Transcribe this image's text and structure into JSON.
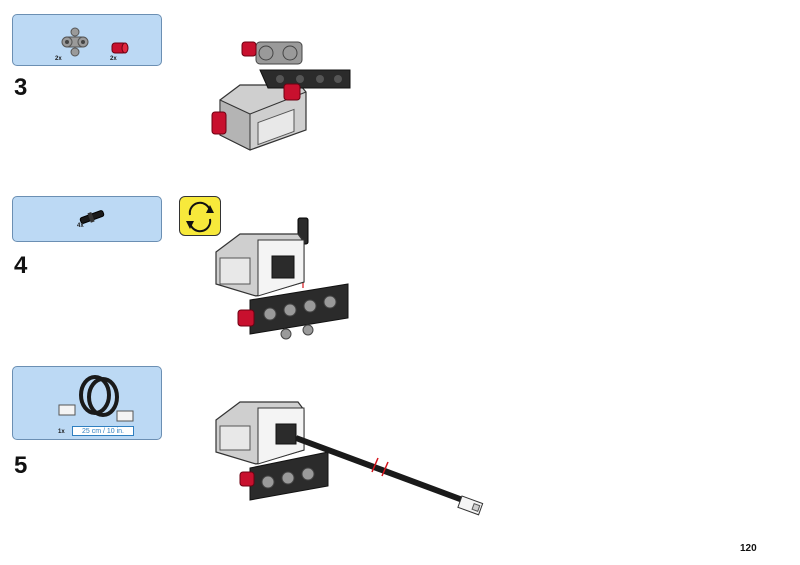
{
  "steps": [
    {
      "number": "3",
      "parts": [
        {
          "qty": "2x",
          "icon": "cross-connector-icon",
          "color": "#9a9a9a"
        },
        {
          "qty": "2x",
          "icon": "red-bush-icon",
          "color": "#c8102e"
        }
      ]
    },
    {
      "number": "4",
      "parts": [
        {
          "qty": "4x",
          "icon": "axle-pin-icon",
          "color": "#1a1a1a"
        }
      ],
      "rotate_hint": "rotate-model-icon"
    },
    {
      "number": "5",
      "parts": [
        {
          "qty": "1x",
          "icon": "cable-icon",
          "color": "#1a1a1a",
          "length": "25 cm / 10 in."
        }
      ]
    }
  ],
  "page_number": "120",
  "colors": {
    "parts_box": "#bcd9f4",
    "brick_red": "#c8102e",
    "brick_black": "#1a1a1a",
    "brick_grey": "#9a9a9a",
    "sensor_white": "#f4f4f4",
    "rotate_badge": "#f7e93b"
  }
}
